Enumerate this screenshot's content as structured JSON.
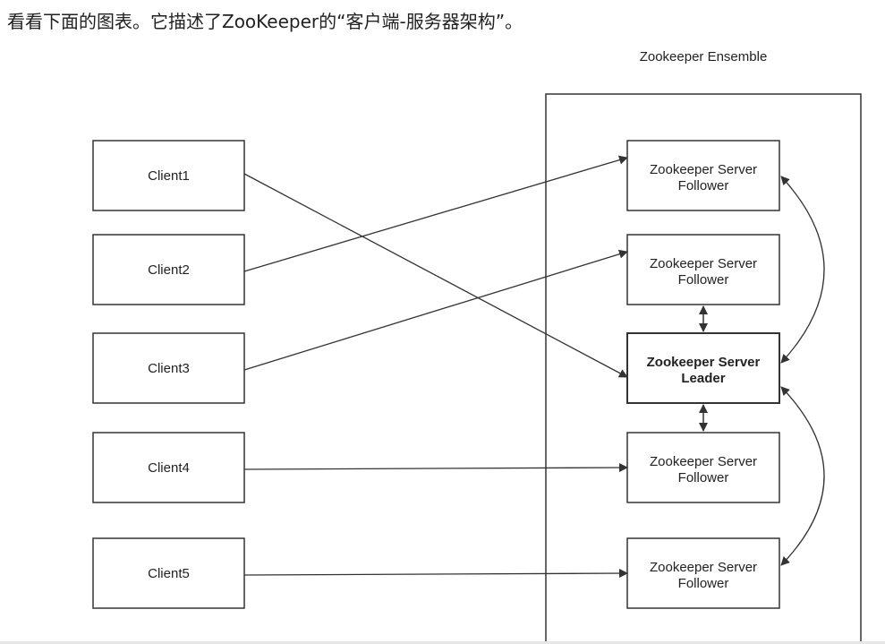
{
  "intro_text": "看看下面的图表。它描述了ZooKeeper的“客户端-服务器架构”。",
  "diagram": {
    "ensemble_label": "Zookeeper Ensemble",
    "clients": [
      "Client1",
      "Client2",
      "Client3",
      "Client4",
      "Client5"
    ],
    "servers": [
      {
        "line1": "Zookeeper Server",
        "line2": "Follower",
        "role": "follower"
      },
      {
        "line1": "Zookeeper Server",
        "line2": "Follower",
        "role": "follower"
      },
      {
        "line1": "Zookeeper Server",
        "line2": "Leader",
        "role": "leader"
      },
      {
        "line1": "Zookeeper Server",
        "line2": "Follower",
        "role": "follower"
      },
      {
        "line1": "Zookeeper Server",
        "line2": "Follower",
        "role": "follower"
      }
    ],
    "connections": [
      {
        "client": 0,
        "server": 2
      },
      {
        "client": 1,
        "server": 0
      },
      {
        "client": 2,
        "server": 1
      },
      {
        "client": 3,
        "server": 3
      },
      {
        "client": 4,
        "server": 4
      }
    ],
    "stroke_color": "#333333"
  }
}
